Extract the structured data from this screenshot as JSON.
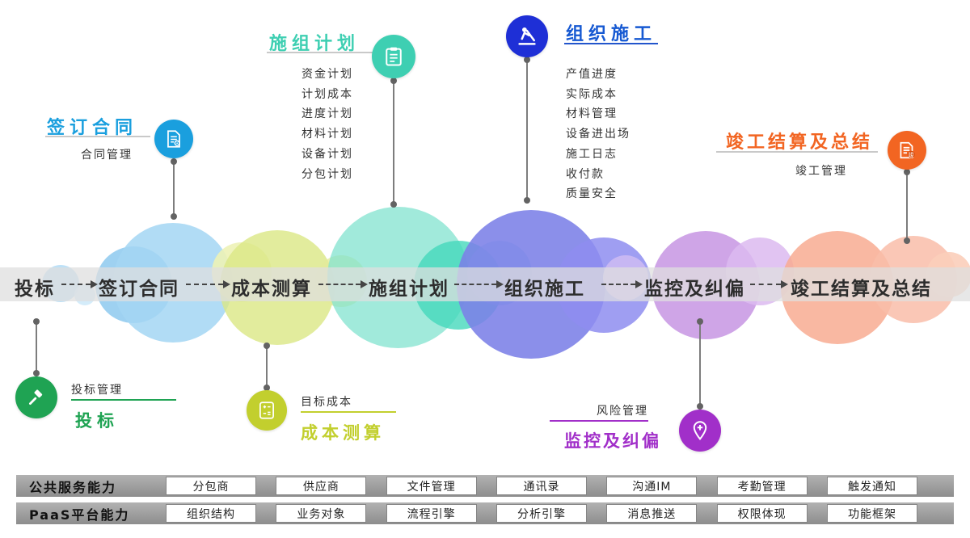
{
  "timeline": {
    "stages": [
      "投标",
      "签订合同",
      "成本测算",
      "施组计划",
      "组织施工",
      "监控及纠偏",
      "竣工结算及总结"
    ]
  },
  "callouts": {
    "sign_contract": {
      "title": "签订合同",
      "sub": "合同管理",
      "color": "#1a9fde",
      "icon": "contract-document-icon"
    },
    "construction_plan": {
      "title": "施组计划",
      "color": "#3ecfb2",
      "icon": "clipboard-plan-icon",
      "items": [
        "资金计划",
        "计划成本",
        "进度计划",
        "材料计划",
        "设备计划",
        "分包计划"
      ]
    },
    "organize_construction": {
      "title": "组织施工",
      "color": "#1659d2",
      "icon": "construction-worker-icon",
      "items": [
        "产值进度",
        "实际成本",
        "材料管理",
        "设备进出场",
        "施工日志",
        "收付款",
        "质量安全"
      ]
    },
    "completion": {
      "title": "竣工结算及总结",
      "sub": "竣工管理",
      "color": "#f26522",
      "icon": "completion-settlement-icon"
    },
    "bid": {
      "title": "投标",
      "sub": "投标管理",
      "color": "#1fa353",
      "icon": "bid-gavel-icon"
    },
    "cost": {
      "title": "成本测算",
      "sub": "目标成本",
      "color": "#c2cf2e",
      "icon": "calculator-icon"
    },
    "monitor": {
      "title": "监控及纠偏",
      "sub": "风险管理",
      "color": "#a12fc9",
      "icon": "location-target-icon"
    }
  },
  "palette": {
    "blue": "#9fd3f3",
    "yellow_green": "#dbe784",
    "teal": "#5edcc2",
    "indigo": "#7b80e7",
    "purple": "#c795e3",
    "orange": "#f8ab92"
  },
  "bottom": {
    "rows": [
      {
        "label": "公共服务能力",
        "items": [
          "分包商",
          "供应商",
          "文件管理",
          "通讯录",
          "沟通IM",
          "考勤管理",
          "触发通知"
        ]
      },
      {
        "label": "PaaS平台能力",
        "items": [
          "组织结构",
          "业务对象",
          "流程引擎",
          "分析引擎",
          "消息推送",
          "权限体现",
          "功能框架"
        ]
      }
    ]
  }
}
